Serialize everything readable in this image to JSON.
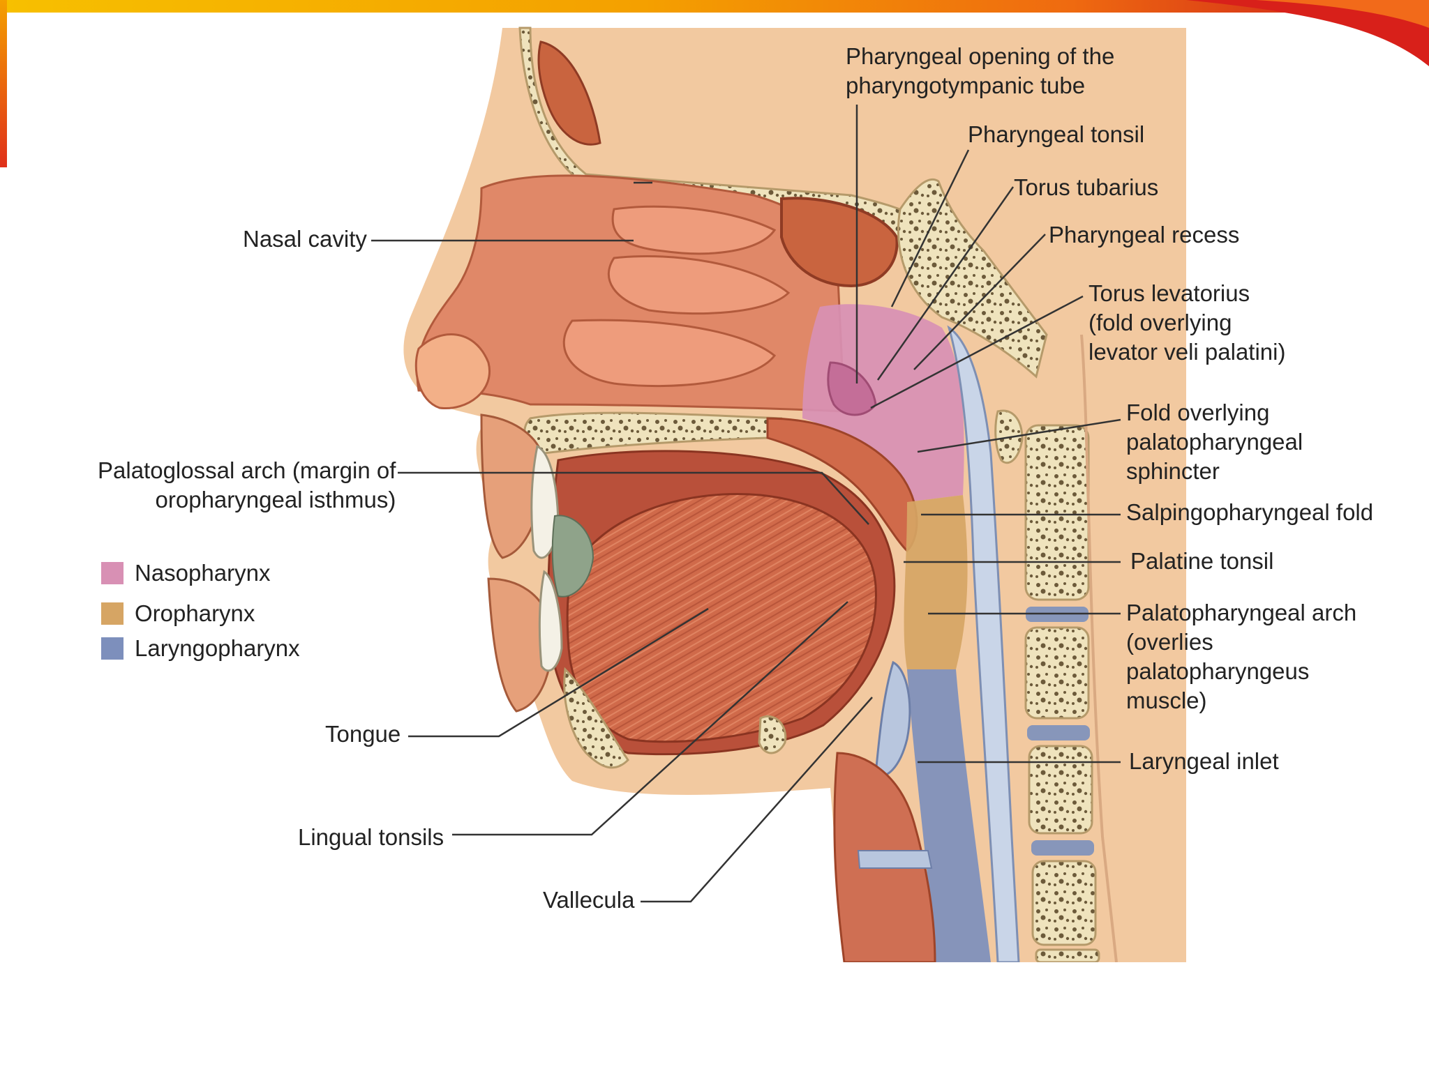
{
  "labels": {
    "pharyngeal_opening": "Pharyngeal opening of the\npharyngotympanic tube",
    "pharyngeal_tonsil": "Pharyngeal tonsil",
    "torus_tubarius": "Torus tubarius",
    "pharyngeal_recess": "Pharyngeal recess",
    "torus_levatorius": "Torus levatorius\n(fold overlying\nlevator veli palatini)",
    "fold_overlying": "Fold overlying\npalatopharyngeal\nsphincter",
    "salpingopharyngeal_fold": "Salpingopharyngeal fold",
    "palatine_tonsil": "Palatine tonsil",
    "palatopharyngeal_arch": "Palatopharyngeal arch\n(overlies\npalatopharyngeus\nmuscle)",
    "laryngeal_inlet": "Laryngeal inlet",
    "nasal_cavity": "Nasal cavity",
    "palatoglossal_arch": "Palatoglossal arch (margin of\noropharyngeal isthmus)",
    "tongue": "Tongue",
    "lingual_tonsils": "Lingual tonsils",
    "vallecula": "Vallecula"
  },
  "legend": [
    {
      "label": "Nasopharynx",
      "color": "#d890b4"
    },
    {
      "label": "Oropharynx",
      "color": "#d6a564"
    },
    {
      "label": "Laryngopharynx",
      "color": "#7d8fbc"
    }
  ],
  "colors": {
    "tissue": "#d9785a",
    "tissue_light": "#e99a78",
    "bone": "#efe3bd",
    "bone_spots": "#6c5a3a",
    "skin": "#f2c9a0",
    "nasopharynx": "#d890b4",
    "oropharynx": "#d6a564",
    "laryngopharynx": "#7d8fbc",
    "accent_orange": "#f07a10",
    "accent_red": "#c8141c"
  }
}
